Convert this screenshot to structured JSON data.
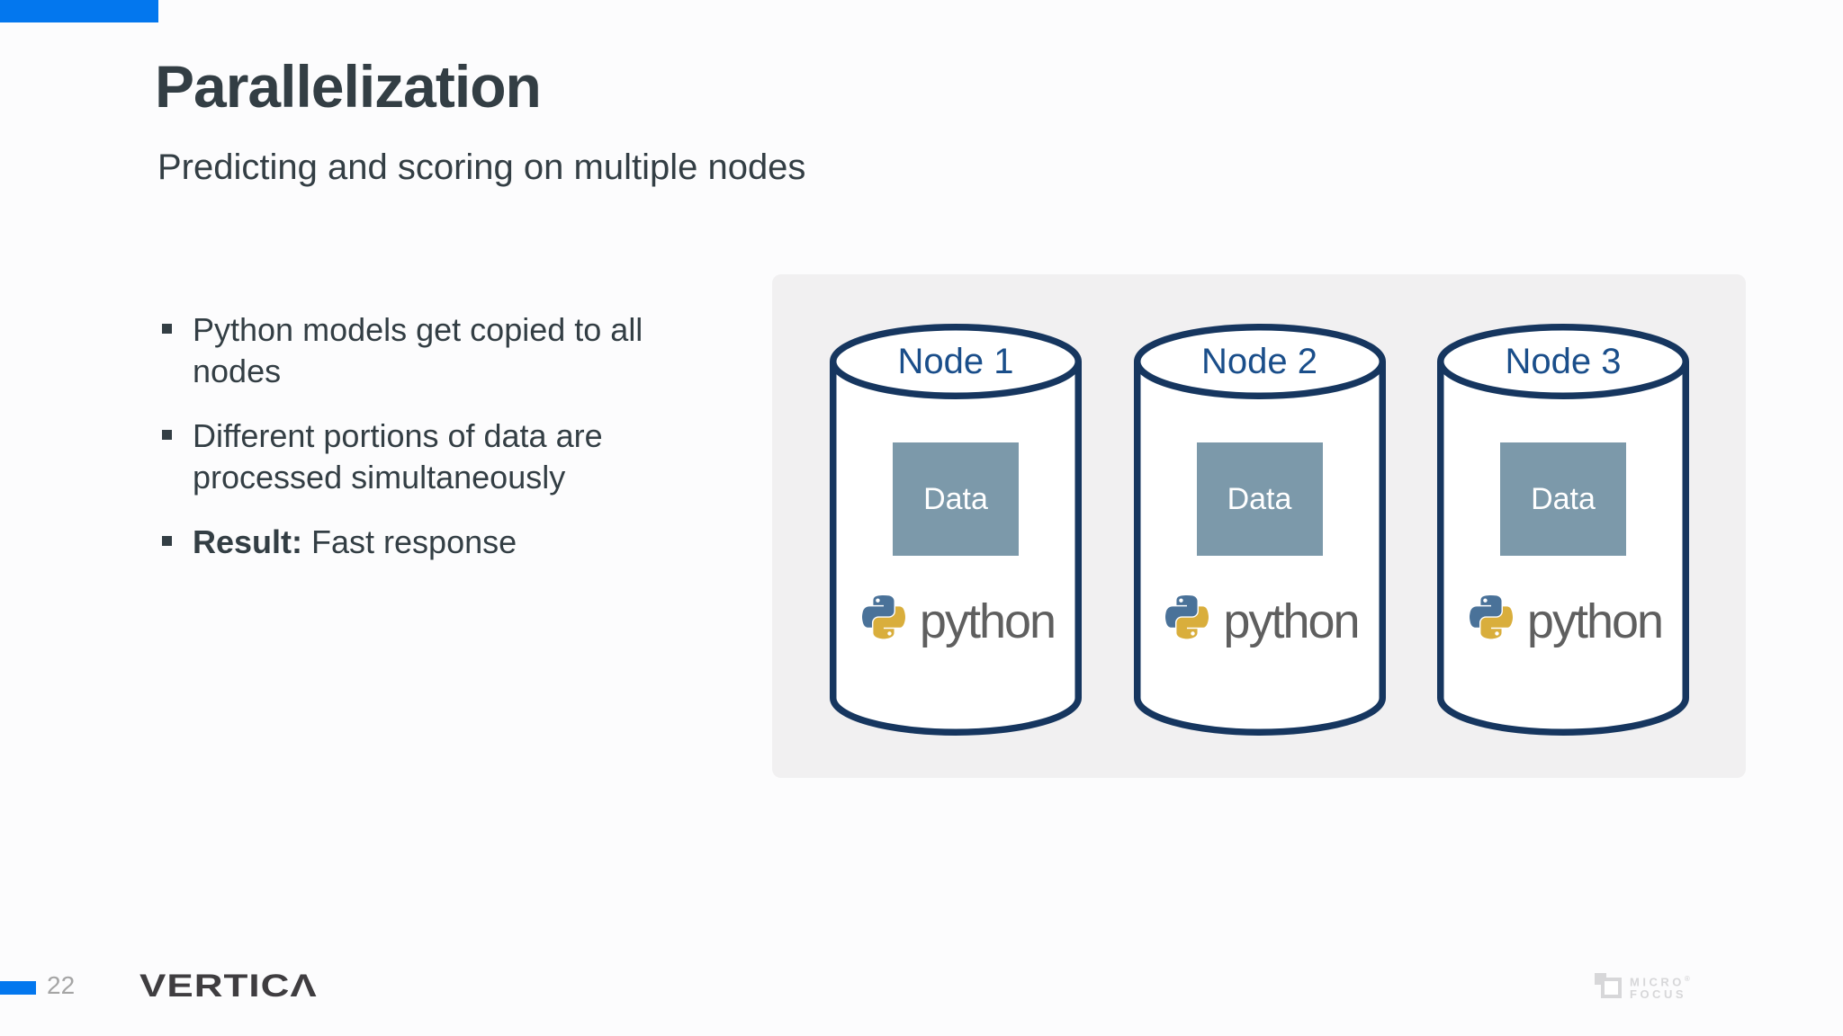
{
  "slide": {
    "title": "Parallelization",
    "subtitle": "Predicting and scoring on multiple nodes",
    "bullets": [
      {
        "text": "Python models get copied to all nodes"
      },
      {
        "text": "Different portions of data are processed simultaneously"
      },
      {
        "bold": "Result:",
        "text": " Fast response"
      }
    ]
  },
  "diagram": {
    "nodes": [
      {
        "label": "Node 1",
        "data_box": "Data",
        "python_wordmark": "python"
      },
      {
        "label": "Node 2",
        "data_box": "Data",
        "python_wordmark": "python"
      },
      {
        "label": "Node 3",
        "data_box": "Data",
        "python_wordmark": "python"
      }
    ]
  },
  "footer": {
    "page_number": "22",
    "vertica_logo": "VERTICΛ",
    "microfocus": {
      "line1": "MICRO",
      "reg": "®",
      "line2": "FOCUS"
    }
  },
  "colors": {
    "accent_blue": "#0377ee",
    "navy": "#16365f",
    "node_label_blue": "#1a4e8a",
    "data_box": "#7c99aa",
    "panel_bg": "#f1f0f1",
    "text_dark": "#333e44",
    "python_blue": "#4a7299",
    "python_yellow": "#d9ae3c",
    "python_gray": "#5f5f5f",
    "vertica_gray": "#3f3d40",
    "microfocus_gray": "#d7d7d9",
    "page_number_gray": "#a5a5a5"
  }
}
